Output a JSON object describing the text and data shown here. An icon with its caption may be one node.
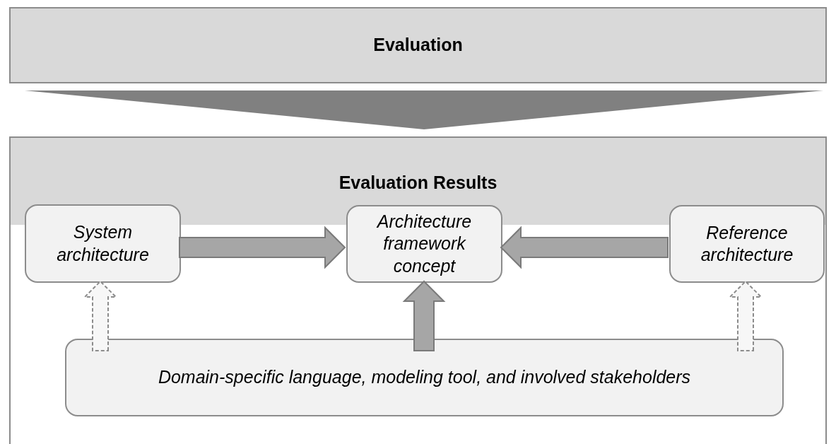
{
  "diagram": {
    "nodes": [
      {
        "text": [
          "Evaluation"
        ]
      },
      {
        "text": [
          "Evaluation Results"
        ]
      },
      {
        "text": [
          "System architecture"
        ],
        "in": 1
      },
      {
        "text": [
          "Architecture framework concept"
        ],
        "in": 1
      },
      {
        "text": [
          "Reference architecture"
        ],
        "in": 1
      },
      {
        "text": [
          "Domain-specific language, modeling tool, and involved stakeholders"
        ],
        "in": 1
      }
    ],
    "edges": [
      {
        "from": 0,
        "to": 1,
        "arrow": "to",
        "color": "#808080"
      },
      {
        "from": 2,
        "to": 3,
        "arrow": "to"
      },
      {
        "from": 4,
        "to": 3,
        "arrow": "to"
      },
      {
        "from": 5,
        "to": 3,
        "arrow": "to"
      },
      {
        "from": 5,
        "to": 2,
        "arrow": "to",
        "style": "dashed"
      },
      {
        "from": 5,
        "to": 4,
        "arrow": "to",
        "style": "dashed"
      }
    ]
  }
}
